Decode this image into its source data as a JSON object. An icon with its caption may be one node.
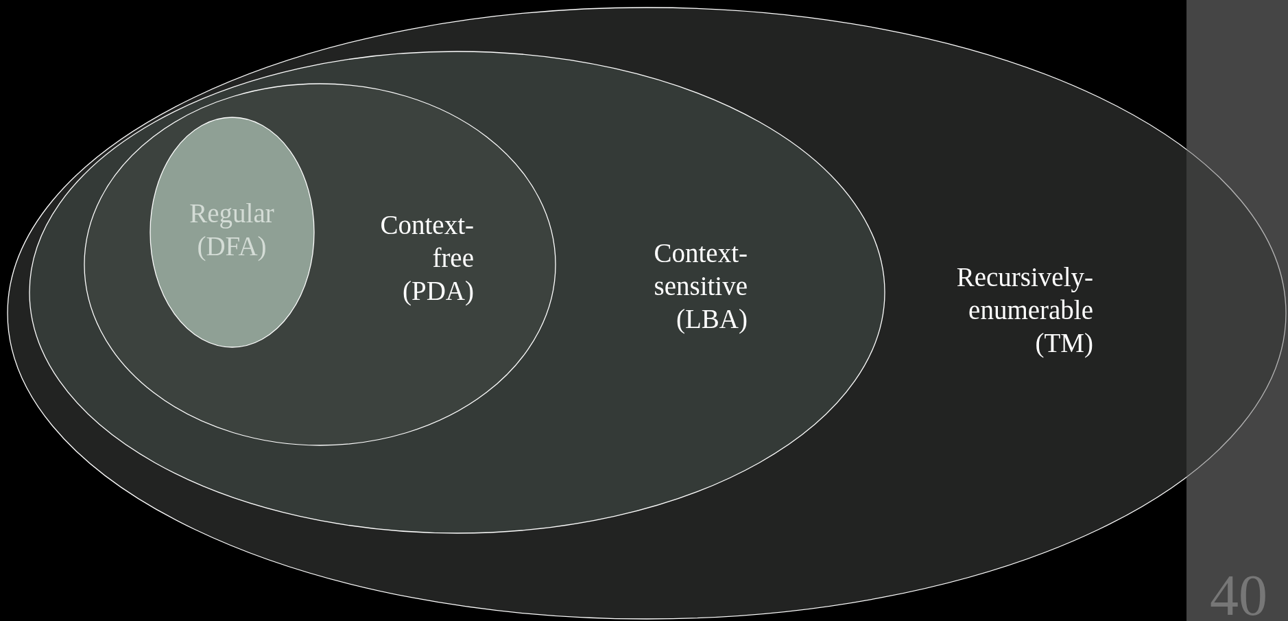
{
  "diagram": {
    "nodes": [
      {
        "text": [
          "Recursively- enumerable (TM)"
        ]
      },
      {
        "text": [
          "Context- sensitive (LBA)"
        ],
        "in": 0
      },
      {
        "text": [
          "Context- free (PDA)"
        ],
        "in": 1
      },
      {
        "text": [
          "Regular (DFA)"
        ],
        "in": 2
      }
    ],
    "labels": [
      "40"
    ]
  }
}
